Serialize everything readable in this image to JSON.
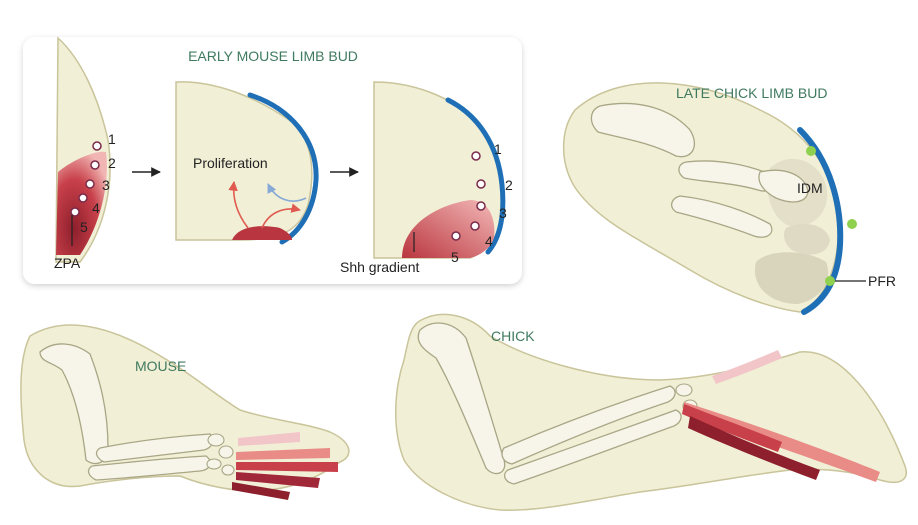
{
  "colors": {
    "tissue": "#f1efd6",
    "tissue_edge": "#c9c49a",
    "bone": "#f7f5ea",
    "bone_edge": "#a9a685",
    "aer_blue": "#1f6fb6",
    "zpa_red": "#b9353f",
    "zpa_light": "#e69a9c",
    "digit_dark": "#8e1f2c",
    "digit_mid": "#c8404a",
    "digit_light": "#e98b86",
    "digit_pale": "#f2c6c8",
    "green_dot": "#8fd14f",
    "header_green": "#3f7a5f"
  },
  "inset": {
    "title": "EARLY MOUSE LIMB BUD",
    "zpa_label": "ZPA",
    "proliferation_label": "Proliferation",
    "shh_label": "Shh gradient",
    "first_bud_digits": [
      "1",
      "2",
      "3",
      "4",
      "5"
    ],
    "third_bud_digits": [
      "1",
      "2",
      "3",
      "4",
      "5"
    ],
    "arrow_icon": "right-arrow-icon"
  },
  "late_chick": {
    "title": "LATE CHICK LIMB BUD",
    "idm_label": "IDM",
    "pfr_label": "PFR"
  },
  "mouse_limb": {
    "title": "MOUSE"
  },
  "chick_limb": {
    "title": "CHICK"
  }
}
